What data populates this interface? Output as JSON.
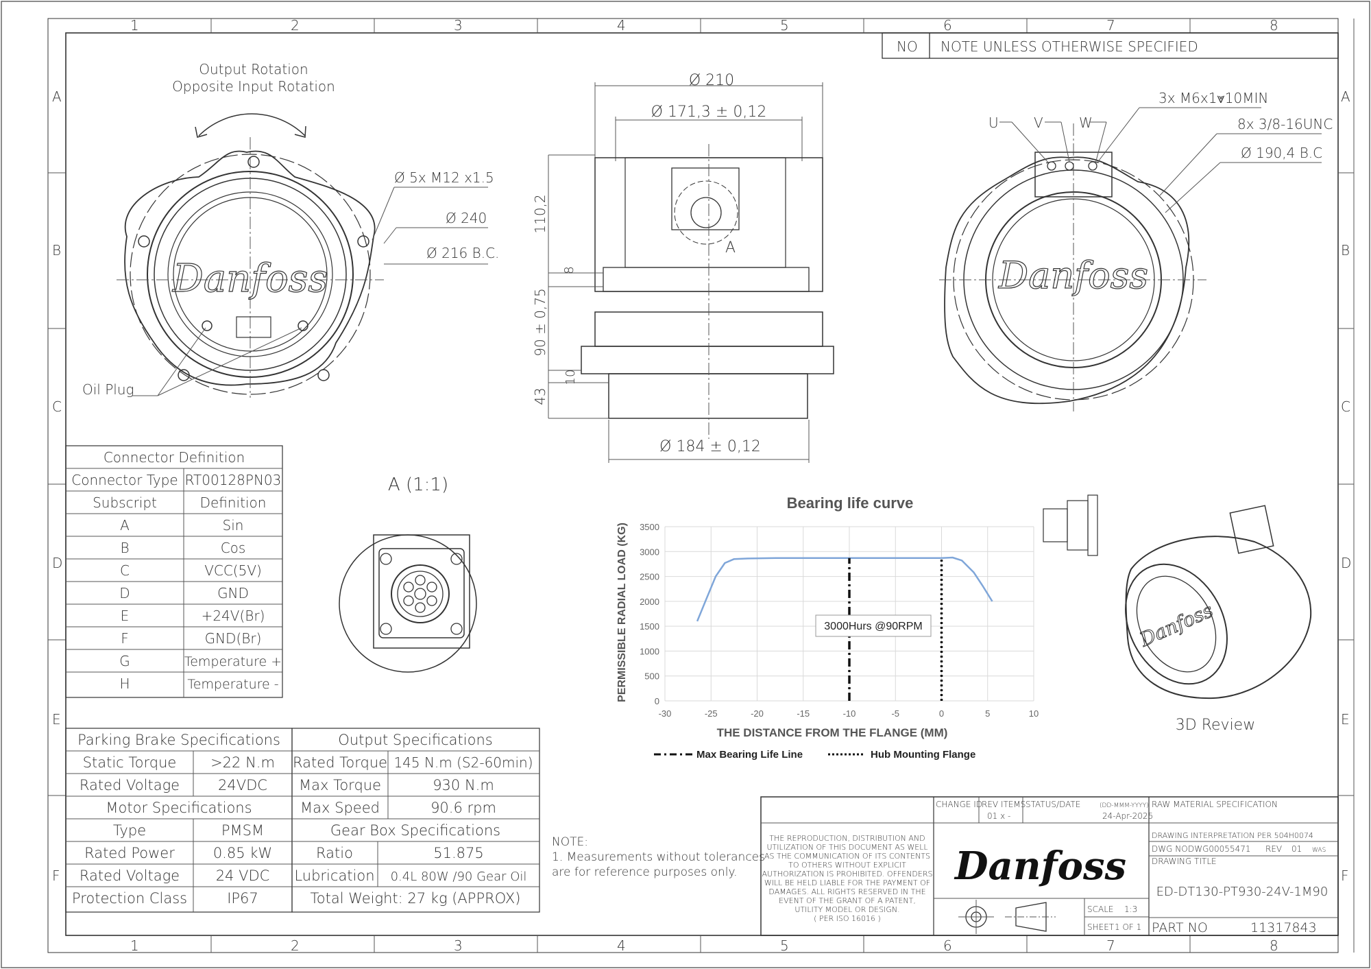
{
  "grid": {
    "columns": [
      "1",
      "2",
      "3",
      "4",
      "5",
      "6",
      "7",
      "8"
    ],
    "rows": [
      "A",
      "B",
      "C",
      "D",
      "E",
      "F"
    ]
  },
  "notes_header": {
    "no_label": "NO",
    "title": "NOTE UNLESS OTHERWISE SPECIFIED"
  },
  "front_view": {
    "rotation_line1": "Output Rotation",
    "rotation_line2": "Opposite Input Rotation",
    "dim_bolts": "Ø 5x M12  x1.5",
    "dim_240": "Ø 240",
    "dim_216": "Ø 216 B.C.",
    "oil_plug": "Oil Plug"
  },
  "side_view": {
    "dim_210": "Ø 210",
    "dim_171": "Ø 171,3 ± 0,12",
    "dim_184": "Ø 184 ± 0,12",
    "dim_110": "110,2",
    "dim_8": "8",
    "dim_90": "90 ± 0,75",
    "dim_10": "10",
    "dim_43": "43",
    "detail_marker": "A"
  },
  "rear_view": {
    "phase_u": "U",
    "phase_v": "V",
    "phase_w": "W",
    "dim_m6": "3x M6x1⩔10MIN",
    "dim_unc": "8x 3/8-16UNC",
    "dim_bc": "Ø 190,4 B.C"
  },
  "detail_a": {
    "title": "A (1:1)"
  },
  "connector_table": {
    "title": "Connector Definition",
    "type_label": "Connector Type",
    "type_value": "RT00128PN03",
    "col_subscript": "Subscript",
    "col_definition": "Definition",
    "rows": [
      {
        "sub": "A",
        "def": "Sin"
      },
      {
        "sub": "B",
        "def": "Cos"
      },
      {
        "sub": "C",
        "def": "VCC(5V)"
      },
      {
        "sub": "D",
        "def": "GND"
      },
      {
        "sub": "E",
        "def": "+24V(Br)"
      },
      {
        "sub": "F",
        "def": "GND(Br)"
      },
      {
        "sub": "G",
        "def": "Temperature +"
      },
      {
        "sub": "H",
        "def": "Temperature -"
      }
    ]
  },
  "spec_left": {
    "brake_title": "Parking Brake Specifications",
    "brake_rows": [
      {
        "label": "Static Torque",
        "value": ">22 N.m"
      },
      {
        "label": "Rated Voltage",
        "value": "24VDC"
      }
    ],
    "motor_title": "Motor Specifications",
    "motor_rows": [
      {
        "label": "Type",
        "value": "PMSM"
      },
      {
        "label": "Rated Power",
        "value": "0.85 kW"
      },
      {
        "label": "Rated Voltage",
        "value": "24 VDC"
      },
      {
        "label": "Protection Class",
        "value": "IP67"
      }
    ]
  },
  "spec_right": {
    "output_title": "Output Specifications",
    "output_rows": [
      {
        "label": "Rated Torque",
        "value": "145 N.m (S2-60min)"
      },
      {
        "label": "Max Torque",
        "value": "930 N.m"
      },
      {
        "label": "Max Speed",
        "value": "90.6 rpm"
      }
    ],
    "gear_title": "Gear Box Specifications",
    "gear_rows": [
      {
        "label": "Ratio",
        "value": "51.875"
      },
      {
        "label": "Lubrication",
        "value": "0.4L 80W /90 Gear Oil"
      }
    ],
    "total_weight": "Total Weight: 27 kg (APPROX)"
  },
  "note": {
    "title": "NOTE:",
    "line1": "1. Measurements without tolerances",
    "line2": "are for reference purposes only."
  },
  "chart_data": {
    "type": "line",
    "title": "Bearing life curve",
    "xlabel": "THE DISTANCE FROM THE FLANGE (MM)",
    "ylabel": "PERMISSIBLE RADIAL LOAD (KG)",
    "xlim": [
      -30,
      10
    ],
    "ylim": [
      0,
      3500
    ],
    "xticks": [
      "-30",
      "-25",
      "-20",
      "-15",
      "-10",
      "-5",
      "0",
      "5",
      "10"
    ],
    "yticks": [
      "0",
      "500",
      "1000",
      "1500",
      "2000",
      "2500",
      "3000",
      "3500"
    ],
    "grid": true,
    "series": [
      {
        "color": "#7fa6d9",
        "x": [
          -26.5,
          -25.5,
          -24.5,
          -23.5,
          -22.5,
          -21,
          -18,
          -15,
          -10,
          -5,
          0,
          1.2,
          2.2,
          3.5,
          4.5,
          5.5
        ],
        "y": [
          1600,
          2050,
          2500,
          2770,
          2850,
          2860,
          2870,
          2870,
          2870,
          2870,
          2870,
          2880,
          2820,
          2580,
          2300,
          2000
        ]
      }
    ],
    "reference_lines": [
      {
        "name": "Max Bearing Life Line",
        "x": -10,
        "style": "dash-dot"
      },
      {
        "name": "Hub Mounting Flange",
        "x": 0,
        "style": "dotted"
      }
    ],
    "annotation": "3000Hurs @90RPM",
    "legend_position": "bottom"
  },
  "view_3d": {
    "label": "3D Review"
  },
  "title_block": {
    "change_id": "CHANGE ID",
    "rev_items": "REV ITEMS",
    "status_date": "STATUS/DATE",
    "date_format": "(DD-MMM-YYYY)",
    "rev_value": "01 x -",
    "date_value": "24-Apr-2025",
    "raw_material": "RAW MATERIAL SPECIFICATION",
    "interpretation": "DRAWING INTERPRETATION PER 504H0074",
    "dwg_no_label": "DWG NO",
    "dwg_no": "DWG00055471",
    "rev_label": "REV",
    "rev": "01",
    "was_label": "WAS",
    "drawing_title_label": "DRAWING TITLE",
    "drawing_title": "ED-DT130-PT930-24V-1M90",
    "part_no_label": "PART NO",
    "part_no": "11317843",
    "scale_label": "SCALE",
    "scale": "1:3",
    "sheet_label": "SHEET",
    "sheet": "1 OF 1",
    "brand": "Danfoss",
    "legal": [
      "THE REPRODUCTION, DISTRIBUTION AND",
      "UTILIZATION OF THIS DOCUMENT AS WELL",
      "AS THE COMMUNICATION OF ITS CONTENTS",
      "TO OTHERS WITHOUT EXPLICIT",
      "AUTHORIZATION IS PROHIBITED. OFFENDERS",
      "WILL BE HELD LIABLE FOR THE PAYMENT OF",
      "DAMAGES. ALL RIGHTS RESERVED IN THE",
      "EVENT OF THE GRANT OF A PATENT,",
      "UTILITY MODEL OR DESIGN.",
      "( PER ISO 16016 )"
    ]
  }
}
